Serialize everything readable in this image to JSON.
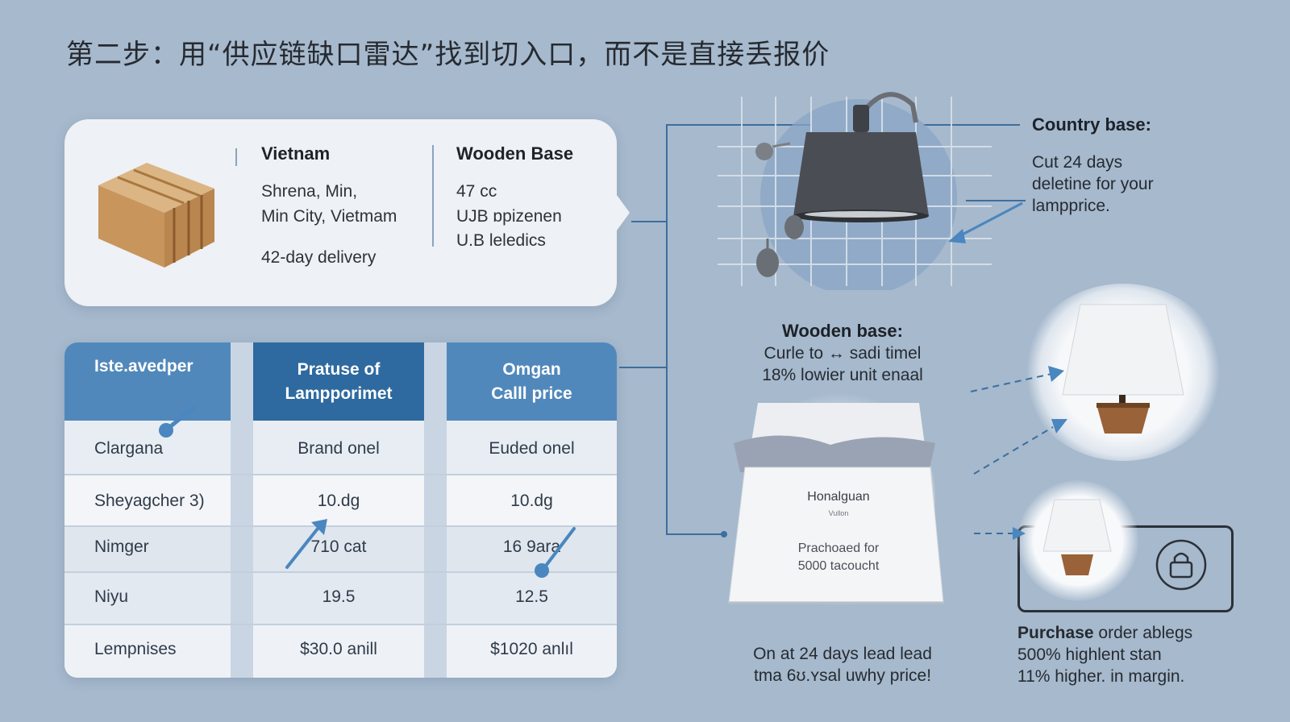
{
  "title": "第二步：用“供应链缺口雷达”找到切入口，而不是直接丢报价",
  "info_card": {
    "col1_title": "Vietnam",
    "col1_lines": [
      "Shrena, Min,",
      "Min City, Vietmam"
    ],
    "col1_delivery": "42-day delivery",
    "col2_title": "Wooden Base",
    "col2_lines": [
      "47 cc",
      "UJB ɒpizenen",
      "U.B  leledics"
    ],
    "icon": "wooden-block-icon"
  },
  "table": {
    "headers": [
      "Iste.avedper",
      "Pratuse of\nLampporimet",
      "Omgan\nCalll price"
    ],
    "rows": [
      [
        "Clargana",
        "Brand onel",
        "Euded onel"
      ],
      [
        "Sheyagcher 3)",
        "10.dg",
        "10.dg"
      ],
      [
        "Nimger",
        "710 cat",
        "16 9ara"
      ],
      [
        "Niyu",
        "19.5",
        "12.5"
      ],
      [
        "Lempnises",
        "$30.0 anill",
        "$1020 anlıl"
      ]
    ]
  },
  "country_callout": {
    "title": "Country base:",
    "text": [
      "Cut 24 days",
      "deletine for your",
      "lampprice."
    ]
  },
  "wooden_callout": {
    "title": "Wooden base:",
    "text": [
      "Curle to ↔ sadi timel",
      "18% lowier unit enaal"
    ]
  },
  "bag": {
    "brand": "Honalguan",
    "sub": "Vullon",
    "line1": "Prachoaed for",
    "line2": "5000 tacoucht"
  },
  "bottom_center": [
    "On at 24 days lead lead",
    "tma 6ʊ.ʏsal uwhy price!"
  ],
  "bottom_right": {
    "bold": "Purchase",
    "rest": " order ablegs",
    "lines": [
      "500% highlent stan",
      "11% higher. in margin."
    ]
  },
  "colors": {
    "background": "#a6b9cd",
    "header_blue": "#4f83b6",
    "header_blue_dark": "#2f6a9f",
    "accent": "#3d6e9e"
  }
}
